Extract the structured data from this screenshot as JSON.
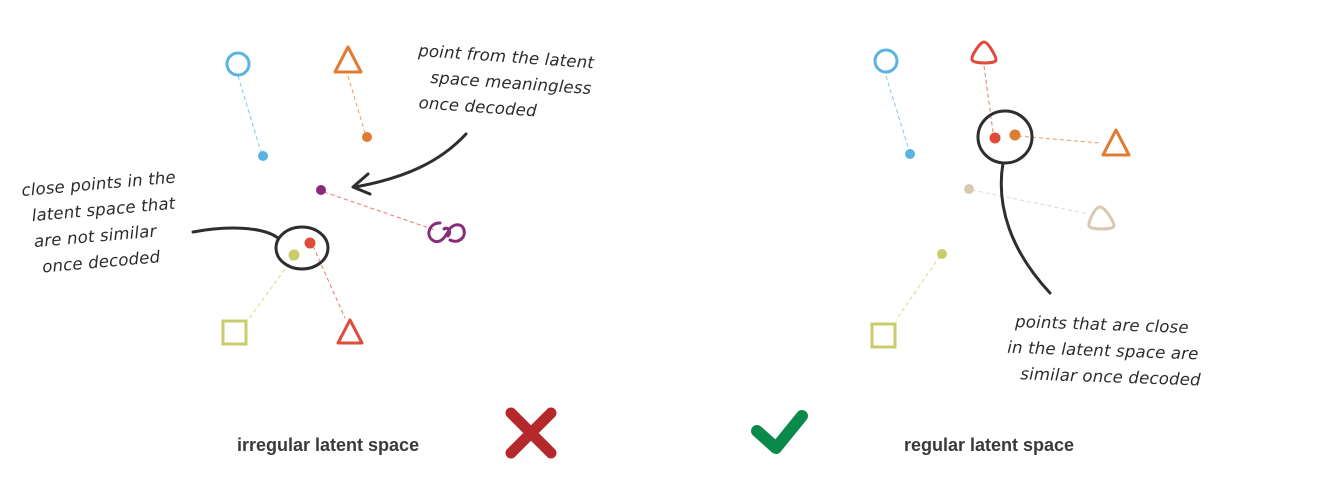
{
  "left_panel": {
    "annotation_point": [
      "point from the latent",
      "space meaningless",
      "once decoded"
    ],
    "annotation_close": [
      "close points in the",
      "latent space that",
      "are not similar",
      "once decoded"
    ],
    "caption": "irregular latent space"
  },
  "right_panel": {
    "annotation": [
      "points that are close",
      "in the latent space are",
      "similar once decoded"
    ],
    "caption": "regular latent space"
  },
  "icons": {
    "cross": "cross-icon",
    "check": "check-icon"
  },
  "colors": {
    "blue": "#5bb3e2",
    "orange": "#e07b32",
    "red": "#e04b3a",
    "purple": "#8a2b79",
    "lime": "#c9cc6a",
    "beige": "#d8c9b3",
    "cross": "#b5282c",
    "check": "#0a8a4a"
  }
}
